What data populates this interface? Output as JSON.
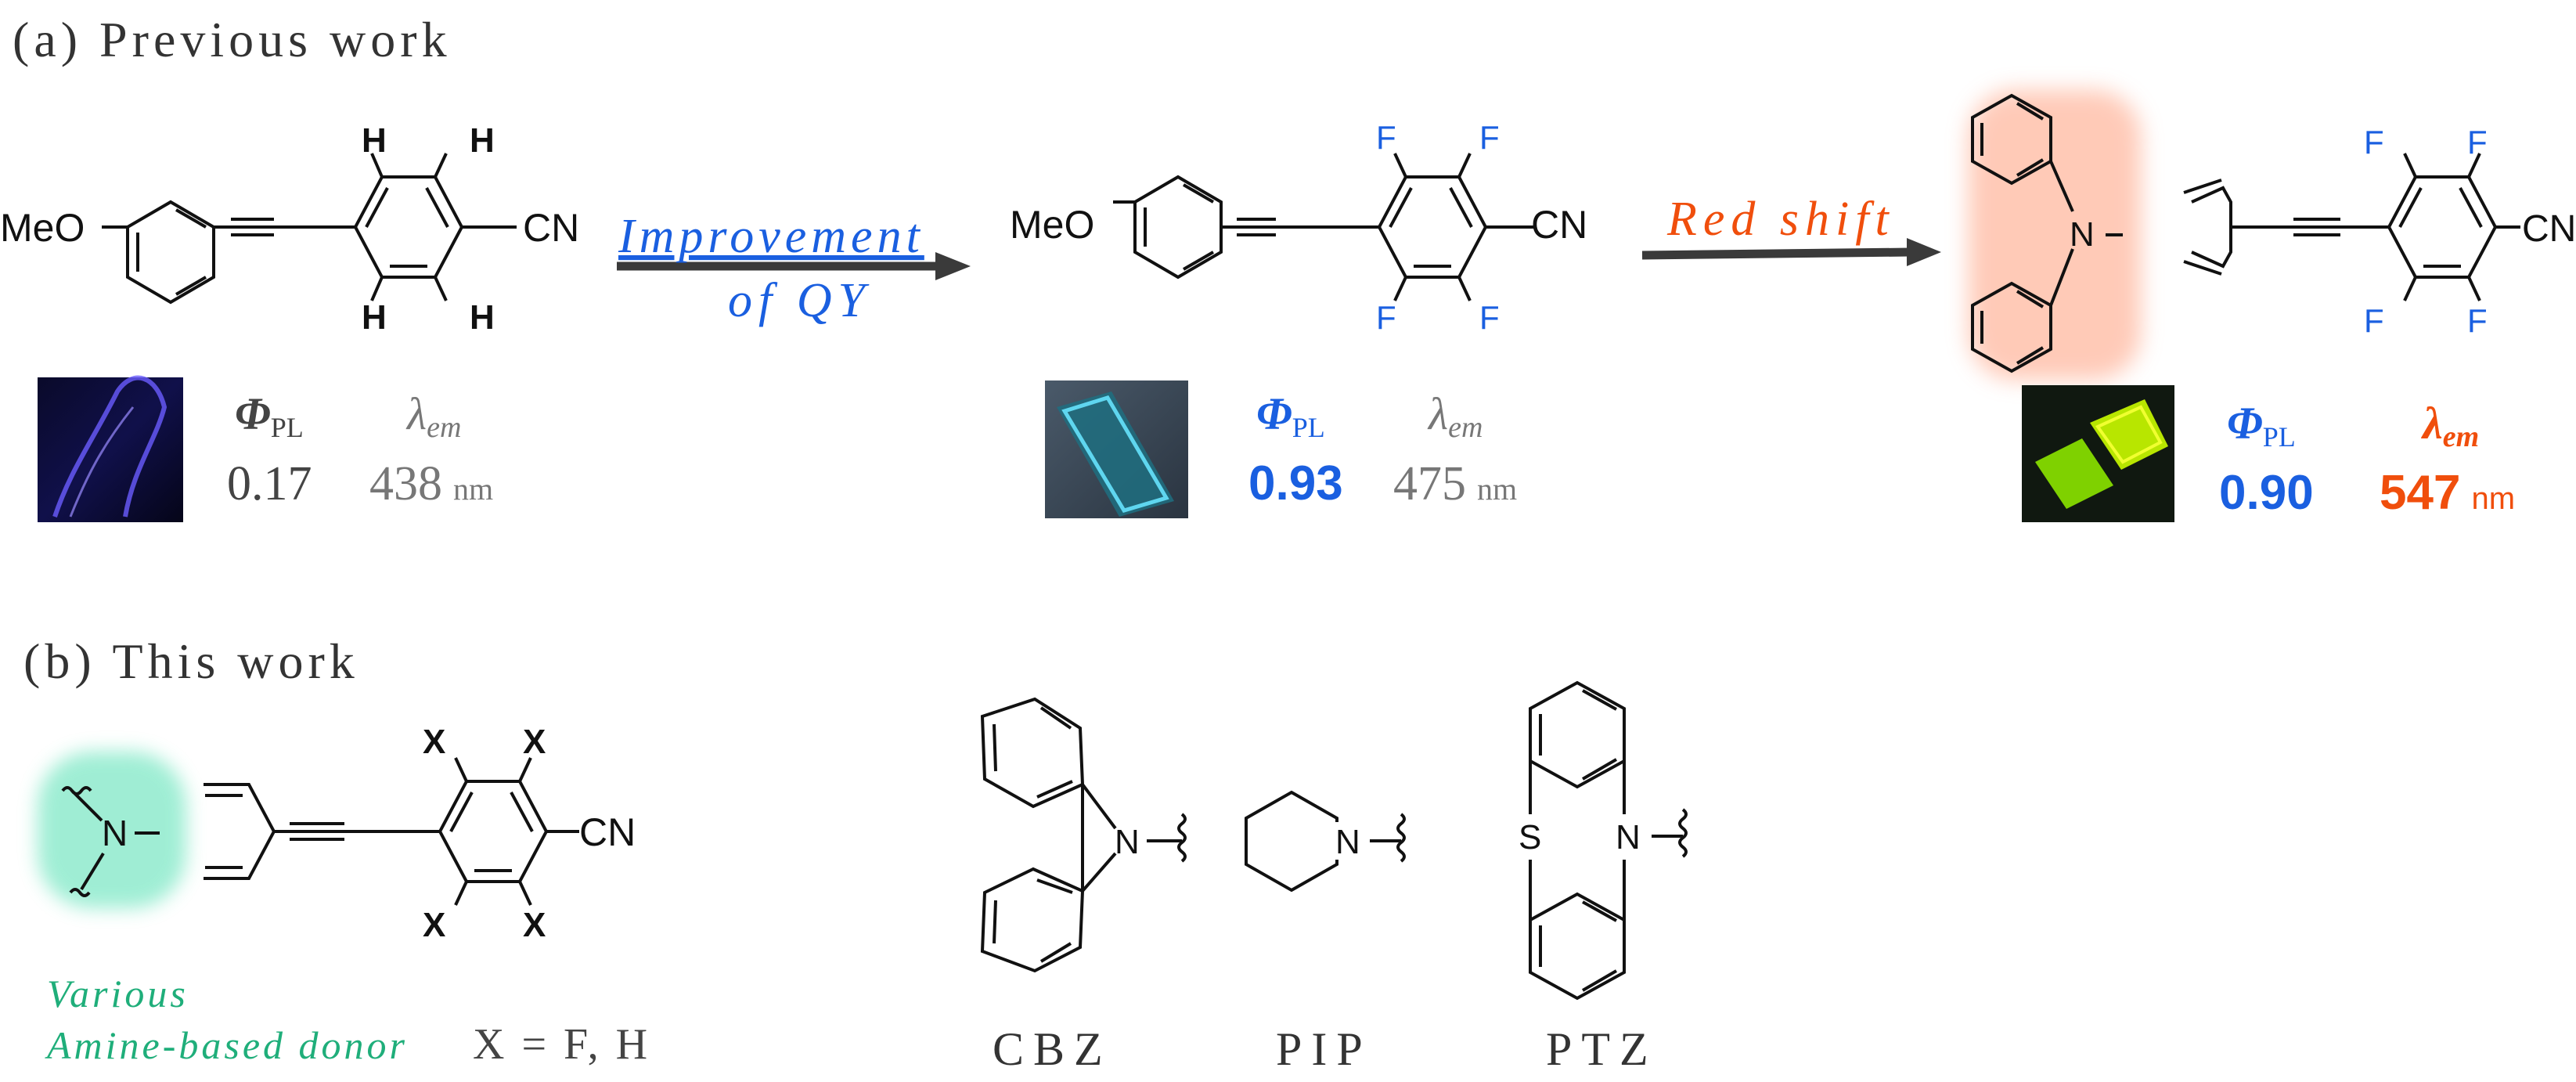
{
  "section_a": {
    "heading": "(a) Previous work",
    "compound1": {
      "substituent": "MeO",
      "ring_atoms": [
        "H",
        "H",
        "H",
        "H"
      ],
      "end_group": "CN",
      "phi_label": "Φ",
      "phi_sub": "PL",
      "lambda_label": "λ",
      "lambda_sub": "em",
      "qy": "0.17",
      "wavelength": "438",
      "unit": "nm"
    },
    "arrow1": {
      "line1": "Improvement",
      "line2": "of QY"
    },
    "compound2": {
      "substituent": "MeO",
      "ring_atoms": [
        "F",
        "F",
        "F",
        "F"
      ],
      "end_group": "CN",
      "phi_label": "Φ",
      "phi_sub": "PL",
      "lambda_label": "λ",
      "lambda_sub": "em",
      "qy": "0.93",
      "wavelength": "475",
      "unit": "nm"
    },
    "arrow2": {
      "label": "Red shift"
    },
    "compound3": {
      "donor_atom": "N",
      "ring_atoms": [
        "F",
        "F",
        "F",
        "F"
      ],
      "end_group": "CN",
      "phi_label": "Φ",
      "phi_sub": "PL",
      "lambda_label": "λ",
      "lambda_sub": "em",
      "qy": "0.90",
      "wavelength": "547",
      "unit": "nm"
    }
  },
  "section_b": {
    "heading": "(b) This work",
    "core": {
      "donor_atom": "N",
      "ring_atoms": [
        "X",
        "X",
        "X",
        "X"
      ],
      "end_group": "CN",
      "caption_line1": "Various",
      "caption_line2": "Amine-based donor",
      "x_definition": "X = F, H"
    },
    "donors": [
      {
        "name": "CBZ",
        "heteroatom": "N"
      },
      {
        "name": "PIP",
        "heteroatom": "N"
      },
      {
        "name": "PTZ",
        "heteroatoms": [
          "S",
          "N"
        ]
      }
    ]
  },
  "colors": {
    "blue": "#1a5fe0",
    "orange": "#f04e0c",
    "green": "#1fae7a",
    "gray": "#6a6a6a",
    "black": "#111111",
    "arrow": "#3a3a3a"
  }
}
